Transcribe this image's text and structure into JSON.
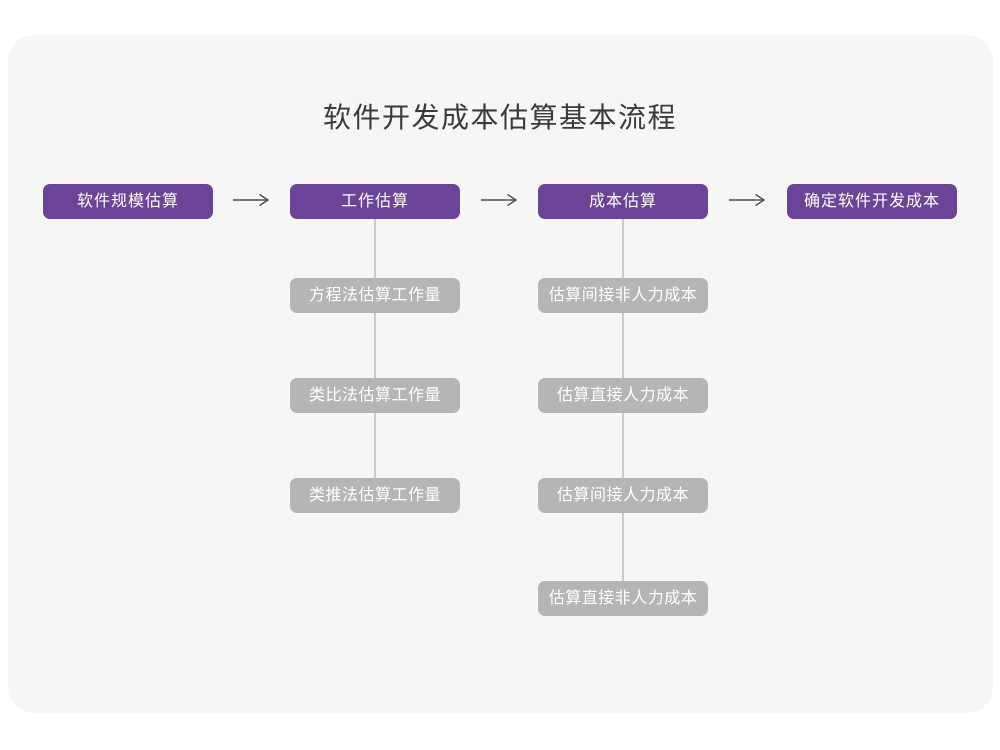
{
  "title": "软件开发成本估算基本流程",
  "colors": {
    "card_background": "#f6f6f7",
    "node_purple": "#6b4397",
    "sub_node_gray": "#b5b5b5",
    "connector_gray": "#cbcbcb",
    "arrow_dark": "#4d4d4d",
    "title_text": "#3a3a3a"
  },
  "flow": {
    "nodes": [
      "软件规模估算",
      "工作估算",
      "成本估算",
      "确定软件开发成本"
    ],
    "work_sub_steps": [
      "方程法估算工作量",
      "类比法估算工作量",
      "类推法估算工作量"
    ],
    "cost_sub_steps": [
      "估算间接非人力成本",
      "估算直接人力成本",
      "估算间接人力成本",
      "估算直接非人力成本"
    ]
  }
}
